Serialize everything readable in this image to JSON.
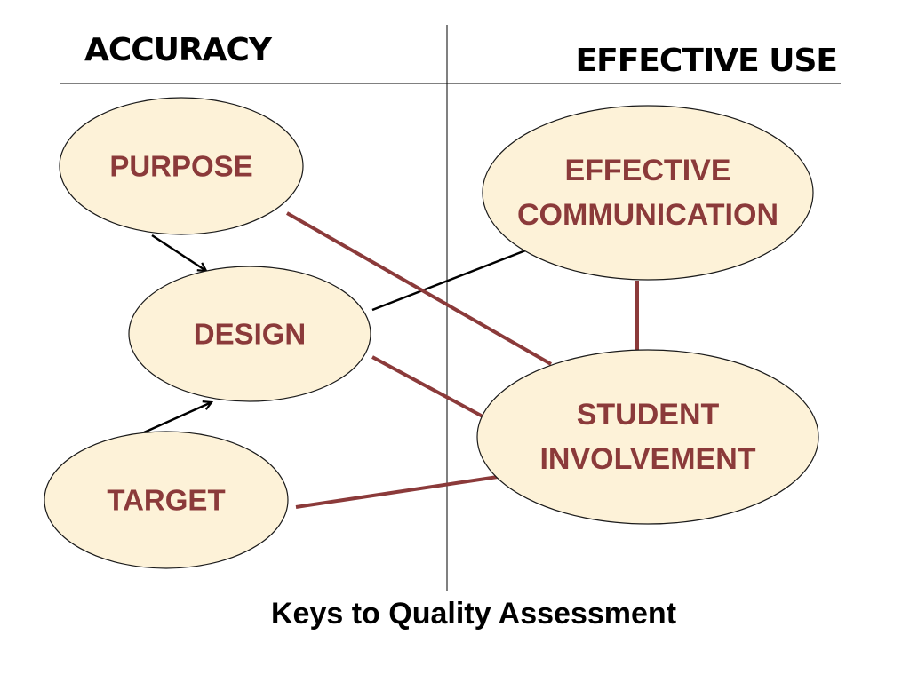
{
  "headers": {
    "left": "ACCURACY",
    "right": "EFFECTIVE USE"
  },
  "colors": {
    "node_fill": "#fdf2d8",
    "node_stroke": "#1a1a1a",
    "node_text": "#8b3a3a",
    "maroon_line": "#8b3a3a",
    "black_line": "#000000"
  },
  "nodes": [
    {
      "id": "purpose",
      "lines": [
        "PURPOSE"
      ]
    },
    {
      "id": "design",
      "lines": [
        "DESIGN"
      ]
    },
    {
      "id": "target",
      "lines": [
        "TARGET"
      ]
    },
    {
      "id": "effective-communication",
      "lines": [
        "EFFECTIVE",
        "COMMUNICATION"
      ]
    },
    {
      "id": "student-involvement",
      "lines": [
        "STUDENT",
        "INVOLVEMENT"
      ]
    }
  ],
  "edges": [
    {
      "from": "purpose",
      "to": "design",
      "style": "arrow-black"
    },
    {
      "from": "target",
      "to": "design",
      "style": "arrow-black"
    },
    {
      "from": "design",
      "to": "effective-communication",
      "style": "line-black"
    },
    {
      "from": "purpose",
      "to": "student-involvement",
      "style": "line-maroon"
    },
    {
      "from": "design",
      "to": "student-involvement",
      "style": "line-maroon"
    },
    {
      "from": "target",
      "to": "student-involvement",
      "style": "line-maroon"
    },
    {
      "from": "effective-communication",
      "to": "student-involvement",
      "style": "line-maroon"
    }
  ],
  "caption": "Keys to Quality Assessment"
}
